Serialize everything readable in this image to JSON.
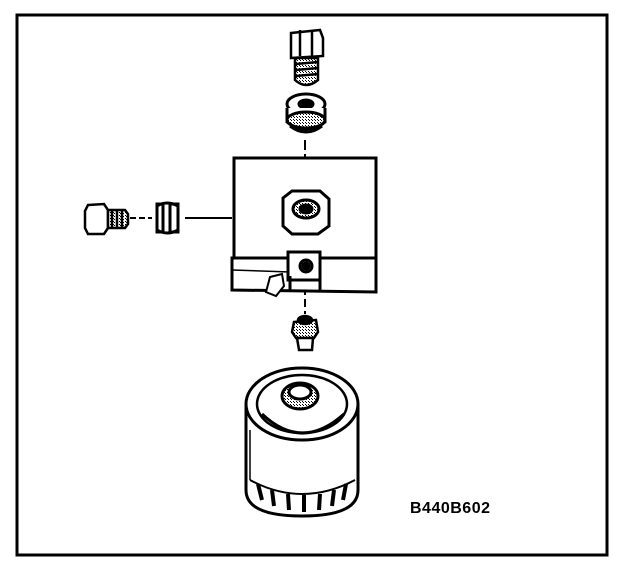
{
  "figure": {
    "code": "B440B602",
    "ink": "#000000",
    "paper": "#ffffff",
    "tone": "#bdbdbd",
    "parts": [
      "banjo-bolt",
      "sealing-washers",
      "oil-filter-adapter-block",
      "inlet-bolt",
      "inlet-washer",
      "oil-pressure-switch",
      "oil-filter-cartridge"
    ]
  }
}
